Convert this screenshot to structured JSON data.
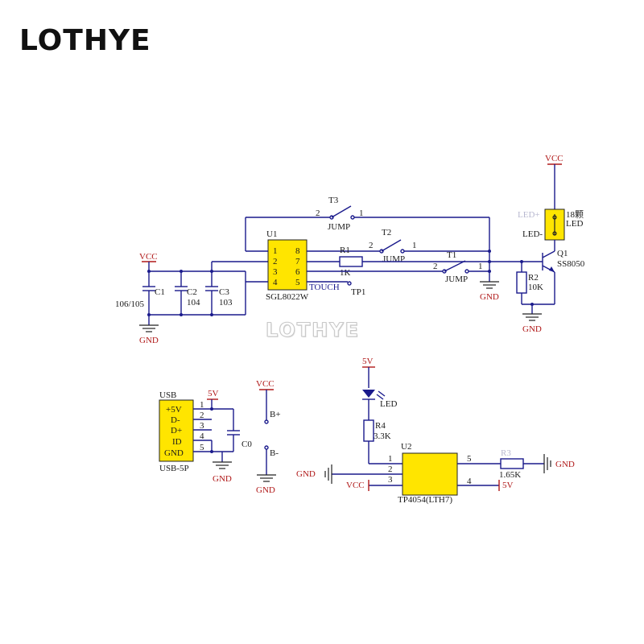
{
  "brand": "LOTHYE",
  "watermark": "LOTHYE",
  "touch": {
    "vcc": "VCC",
    "gnd_left": "GND",
    "gnd_mid": "GND",
    "gnd_right": "GND",
    "vcc_top": "VCC",
    "c1": "C1",
    "c1_val": "106/105",
    "c2": "C2",
    "c2_val": "104",
    "c3": "C3",
    "c3_val": "103",
    "u1": "U1",
    "u1_part": "SGL8022W",
    "pins_left": [
      "1",
      "2",
      "3",
      "4"
    ],
    "pins_right": [
      "8",
      "7",
      "6",
      "5"
    ],
    "r1": "R1",
    "r1_val": "1K",
    "touch_label": "TOUCH",
    "tp1": "TP1",
    "t3": "T3",
    "t3_type": "JUMP",
    "t2": "T2",
    "t2_type": "JUMP",
    "t1": "T1",
    "t1_type": "JUMP",
    "sw_pin2": "2",
    "sw_pin1": "1",
    "led_plus": "LED+",
    "led_minus": "LED-",
    "led_count": "18颗",
    "led_label": "LED",
    "q1": "Q1",
    "q1_part": "SS8050",
    "r2": "R2",
    "r2_val": "10K"
  },
  "usb": {
    "title": "USB",
    "pins": [
      "+5V",
      "D-",
      "D+",
      "ID",
      "GND"
    ],
    "pin_nums": [
      "1",
      "2",
      "3",
      "4",
      "5"
    ],
    "part": "USB-5P",
    "v5": "5V",
    "c0": "C0",
    "gnd": "GND"
  },
  "battery": {
    "vcc": "VCC",
    "b_plus": "B+",
    "b_minus": "B-",
    "gnd": "GND"
  },
  "charger": {
    "v5_top": "5V",
    "led": "LED",
    "r4": "R4",
    "r4_val": "3.3K",
    "u2": "U2",
    "part": "TP4054(LTH7)",
    "pins_left": [
      "1",
      "2",
      "3"
    ],
    "pin5": "5",
    "pin4": "4",
    "gnd_left": "GND",
    "vcc": "VCC",
    "r_label": "R3",
    "r_val": "1.65K",
    "gnd_right": "GND",
    "v5_out": "5V"
  },
  "colors": {
    "wire": "#1a1a8c",
    "power": "#b01818",
    "chip": "#ffe500"
  }
}
